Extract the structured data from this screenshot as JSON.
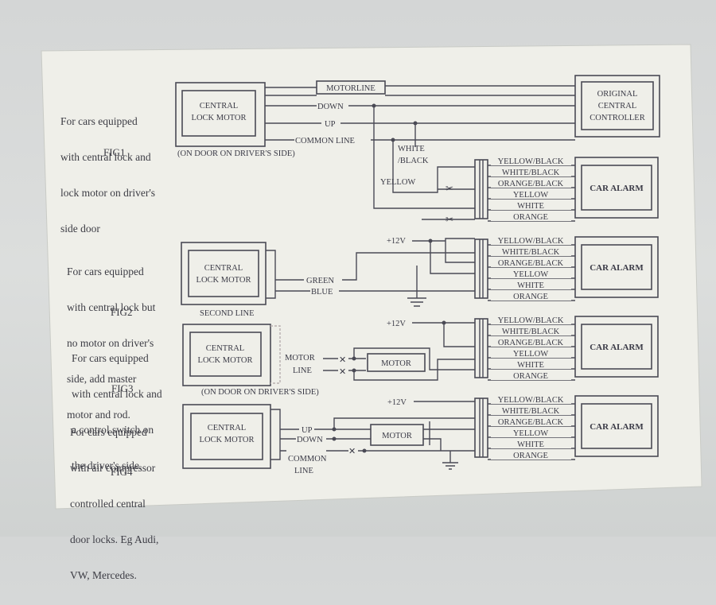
{
  "fig1": {
    "note": [
      "For cars equipped",
      "with central lock and",
      "lock motor on driver's",
      "side door"
    ],
    "caption": "FIG1",
    "lock_motor": [
      "CENTRAL",
      "LOCK MOTOR"
    ],
    "controller": [
      "ORIGINAL",
      "CENTRAL",
      "CONTROLLER"
    ],
    "wires": [
      "MOTORLINE",
      "DOWN",
      "UP",
      "COMMON LINE"
    ],
    "door_note": "(ON DOOR ON DRIVER'S SIDE)",
    "white_black": [
      "WHITE",
      "/BLACK"
    ],
    "yellow": "YELLOW"
  },
  "fig2": {
    "note": [
      "For cars equipped",
      "with central lock but",
      "no motor on driver's",
      "side, add master",
      "motor and rod."
    ],
    "caption": "FIG2",
    "lock_motor": [
      "CENTRAL",
      "LOCK MOTOR"
    ],
    "second_line": "SECOND LINE",
    "wires": [
      "GREEN",
      "BLUE"
    ],
    "plus12": "+12V"
  },
  "fig3": {
    "note": [
      "For cars equipped",
      "with central lock and",
      "a control switch on",
      "the driver's side."
    ],
    "caption": "FIG3",
    "lock_motor": [
      "CENTRAL",
      "LOCK MOTOR"
    ],
    "motor_line": [
      "MOTOR",
      "LINE"
    ],
    "motor": "MOTOR",
    "door_note": "(ON DOOR ON DRIVER'S SIDE)",
    "plus12": "+12V"
  },
  "fig4": {
    "note": [
      "For cars equipped",
      "with air compressor",
      "controlled central",
      "door locks. Eg Audi,",
      "VW, Mercedes."
    ],
    "caption": "FIG4",
    "lock_motor": [
      "CENTRAL",
      "LOCK MOTOR"
    ],
    "wires": [
      "UP",
      "DOWN",
      "COMMON",
      "LINE"
    ],
    "motor": "MOTOR",
    "plus12": "+12V"
  },
  "alarm": {
    "label": "CAR ALARM",
    "wires": [
      "YELLOW/BLACK",
      "WHITE/BLACK",
      "ORANGE/BLACK",
      "YELLOW",
      "WHITE",
      "ORANGE"
    ]
  },
  "colors": {
    "ink": "#4a4a55",
    "paper": "#efefe9",
    "background": "#d4d6d6"
  }
}
